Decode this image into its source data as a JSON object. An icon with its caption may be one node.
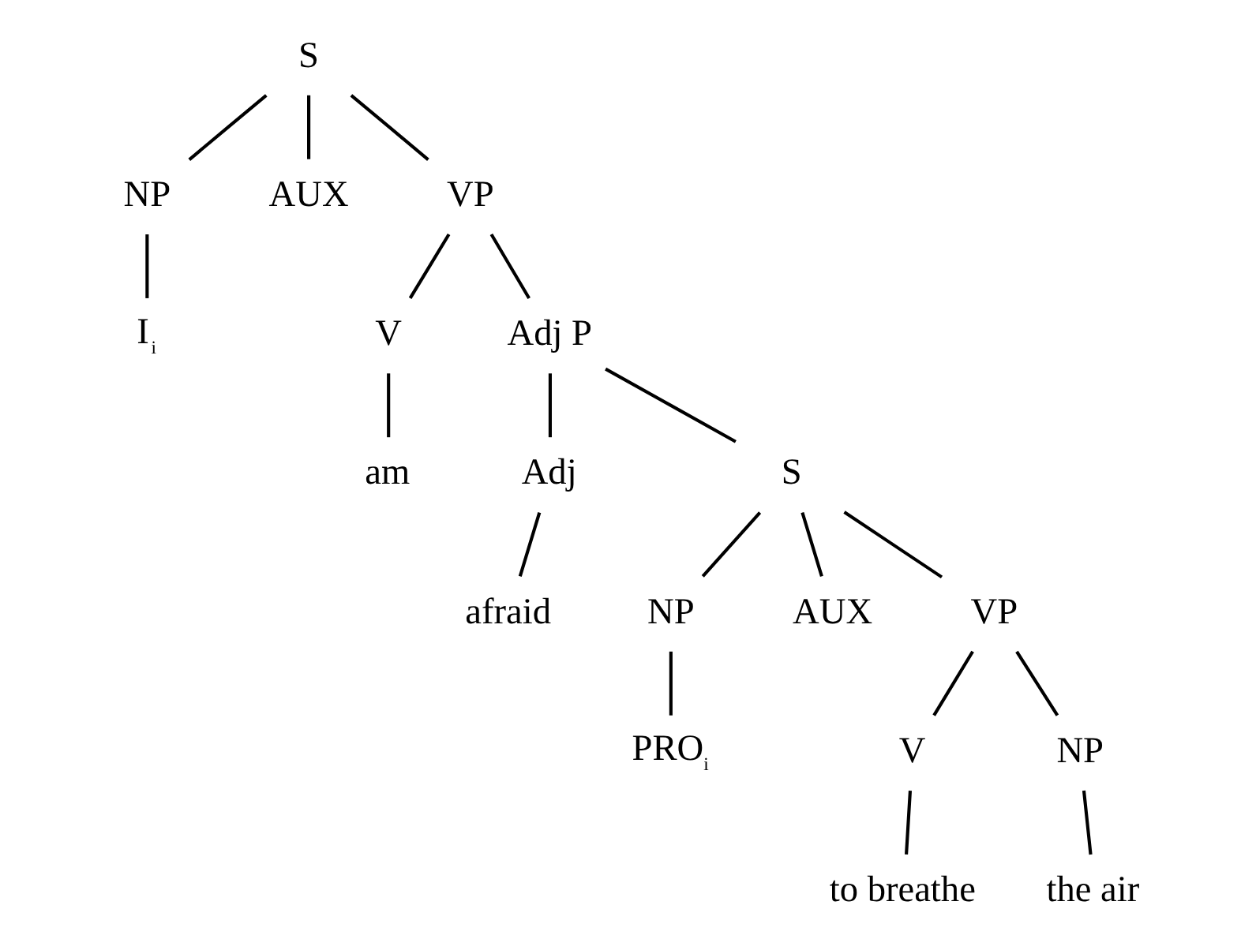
{
  "diagram": {
    "nodes": [
      {
        "text": [
          "S"
        ]
      },
      {
        "text": [
          "NP"
        ]
      },
      {
        "text": [
          "AUX"
        ]
      },
      {
        "text": [
          "VP"
        ]
      },
      {
        "text": [
          "I$_{i}$"
        ]
      },
      {
        "text": [
          "V"
        ]
      },
      {
        "text": [
          "Adj P"
        ]
      },
      {
        "text": [
          "am"
        ]
      },
      {
        "text": [
          "Adj"
        ]
      },
      {
        "text": [
          "S"
        ]
      },
      {
        "text": [
          "afraid"
        ]
      },
      {
        "text": [
          "NP"
        ]
      },
      {
        "text": [
          "AUX"
        ]
      },
      {
        "text": [
          "VP"
        ]
      },
      {
        "text": [
          "PRO$_{i}$"
        ]
      },
      {
        "text": [
          "V"
        ]
      },
      {
        "text": [
          "NP"
        ]
      },
      {
        "text": [
          "to breathe"
        ]
      },
      {
        "text": [
          "the air"
        ]
      }
    ],
    "edges": [
      {
        "from": 0,
        "to": 1,
        "arrow": "none"
      },
      {
        "from": 0,
        "to": 2,
        "arrow": "none"
      },
      {
        "from": 0,
        "to": 3,
        "arrow": "none"
      },
      {
        "from": 1,
        "to": 4,
        "arrow": "none"
      },
      {
        "from": 3,
        "to": 5,
        "arrow": "none"
      },
      {
        "from": 3,
        "to": 6,
        "arrow": "none"
      },
      {
        "from": 5,
        "to": 7,
        "arrow": "none"
      },
      {
        "from": 6,
        "to": 8,
        "arrow": "none"
      },
      {
        "from": 6,
        "to": 9,
        "arrow": "none"
      },
      {
        "from": 8,
        "to": 10,
        "arrow": "none"
      },
      {
        "from": 9,
        "to": 11,
        "arrow": "none"
      },
      {
        "from": 9,
        "to": 12,
        "arrow": "none"
      },
      {
        "from": 9,
        "to": 13,
        "arrow": "none"
      },
      {
        "from": 11,
        "to": 14,
        "arrow": "none"
      },
      {
        "from": 13,
        "to": 15,
        "arrow": "none"
      },
      {
        "from": 13,
        "to": 16,
        "arrow": "none"
      },
      {
        "from": 15,
        "to": 17,
        "arrow": "none"
      },
      {
        "from": 16,
        "to": 18,
        "arrow": "none"
      }
    ]
  }
}
